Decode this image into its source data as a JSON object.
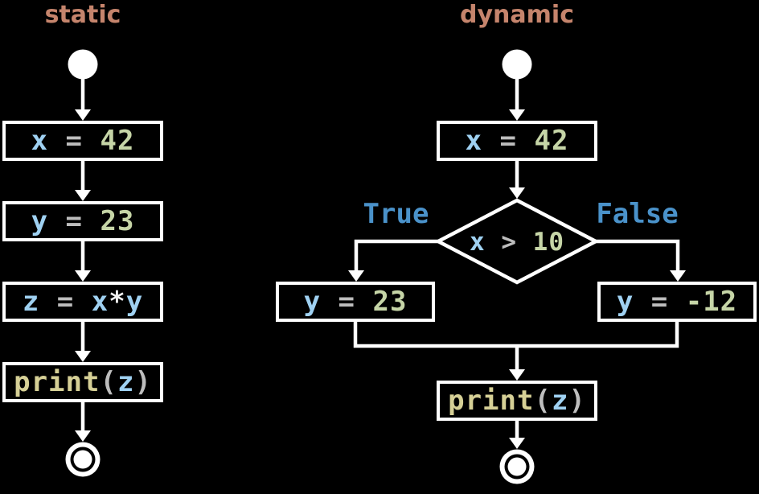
{
  "palette": {
    "background": "#000000",
    "line": "#ffffff",
    "title": "#c5846c",
    "variable": "#9fd1f2",
    "number": "#c6d5a7",
    "operator": "#bdbdbd",
    "keyword": "#d6d096",
    "star": "#f2f2f2",
    "branch_label": "#4a92ca"
  },
  "static": {
    "title": "static",
    "nodes": {
      "assign_x": [
        {
          "text": "x",
          "role": "variable"
        },
        {
          "text": " = ",
          "role": "operator"
        },
        {
          "text": "42",
          "role": "number"
        }
      ],
      "assign_y": [
        {
          "text": "y",
          "role": "variable"
        },
        {
          "text": " = ",
          "role": "operator"
        },
        {
          "text": "23",
          "role": "number"
        }
      ],
      "assign_z": [
        {
          "text": "z",
          "role": "variable"
        },
        {
          "text": " = ",
          "role": "operator"
        },
        {
          "text": "x",
          "role": "variable"
        },
        {
          "text": "*",
          "role": "star"
        },
        {
          "text": "y",
          "role": "variable"
        }
      ],
      "print_z": [
        {
          "text": "print",
          "role": "keyword"
        },
        {
          "text": "(",
          "role": "operator"
        },
        {
          "text": "z",
          "role": "variable"
        },
        {
          "text": ")",
          "role": "operator"
        }
      ]
    }
  },
  "dynamic": {
    "title": "dynamic",
    "true_label": "True",
    "false_label": "False",
    "nodes": {
      "assign_x": [
        {
          "text": "x",
          "role": "variable"
        },
        {
          "text": " = ",
          "role": "operator"
        },
        {
          "text": "42",
          "role": "number"
        }
      ],
      "decision": [
        {
          "text": "x",
          "role": "variable"
        },
        {
          "text": " > ",
          "role": "operator"
        },
        {
          "text": "10",
          "role": "number"
        }
      ],
      "assign_y_true": [
        {
          "text": "y",
          "role": "variable"
        },
        {
          "text": " = ",
          "role": "operator"
        },
        {
          "text": "23",
          "role": "number"
        }
      ],
      "assign_y_false": [
        {
          "text": "y",
          "role": "variable"
        },
        {
          "text": " = ",
          "role": "operator"
        },
        {
          "text": "-12",
          "role": "number"
        }
      ],
      "print_z": [
        {
          "text": "print",
          "role": "keyword"
        },
        {
          "text": "(",
          "role": "operator"
        },
        {
          "text": "z",
          "role": "variable"
        },
        {
          "text": ")",
          "role": "operator"
        }
      ]
    }
  }
}
